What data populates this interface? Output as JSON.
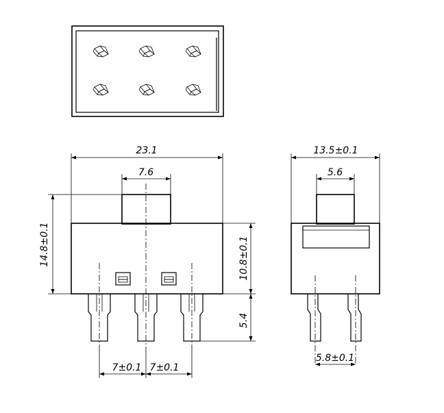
{
  "dimensions": {
    "front_width": "23.1",
    "actuator_width": "7.6",
    "total_height": "14.8±0.1",
    "body_height": "10.8±0.1",
    "pin_length": "5.4",
    "pitch_left": "7±0.1",
    "pitch_right": "7±0.1",
    "side_width": "13.5±0.1",
    "side_actuator_width": "5.6",
    "side_pin_pitch": "5.8±0.1"
  }
}
